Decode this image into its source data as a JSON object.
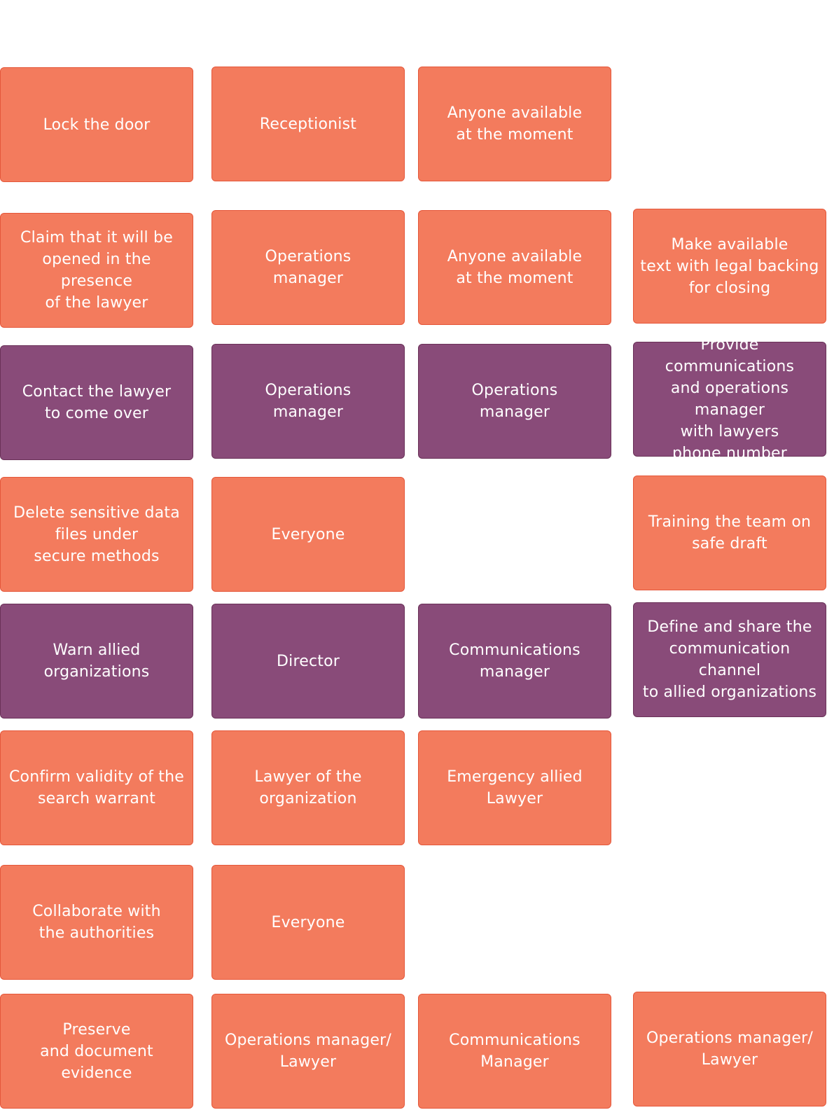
{
  "colors": {
    "coral": "#f37b5d",
    "coral_border": "#e5573a",
    "purple": "#894b79",
    "purple_border": "#6a3158"
  },
  "rows": [
    {
      "action": {
        "text": "Lock the door",
        "color": "coral"
      },
      "responsible": {
        "text": "Receptionist",
        "color": "coral"
      },
      "backup": {
        "text": "Anyone available\nat the moment",
        "color": "coral"
      }
    },
    {
      "action": {
        "text": "Claim that it will be\nopened in the presence\nof the lawyer",
        "color": "coral"
      },
      "responsible": {
        "text": "Operations\nmanager",
        "color": "coral"
      },
      "backup": {
        "text": "Anyone available\nat the moment",
        "color": "coral"
      },
      "prevention": {
        "text": "Make available\ntext with legal backing\nfor closing",
        "color": "coral"
      }
    },
    {
      "action": {
        "text": "Contact the lawyer\nto come over",
        "color": "purple"
      },
      "responsible": {
        "text": "Operations\nmanager",
        "color": "purple"
      },
      "backup": {
        "text": "Operations\nmanager",
        "color": "purple"
      },
      "prevention": {
        "text": "Provide communications\nand operations manager\nwith lawyers\nphone number",
        "color": "purple"
      }
    },
    {
      "action": {
        "text": "Delete sensitive data\nfiles under\nsecure methods",
        "color": "coral"
      },
      "responsible": {
        "text": "Everyone",
        "color": "coral"
      },
      "prevention": {
        "text": "Training the team on\nsafe draft",
        "color": "coral"
      }
    },
    {
      "action": {
        "text": "Warn allied\norganizations",
        "color": "purple"
      },
      "responsible": {
        "text": "Director",
        "color": "purple"
      },
      "backup": {
        "text": "Communications\nmanager",
        "color": "purple"
      },
      "prevention": {
        "text": "Define and share the\ncommunication channel\nto allied organizations",
        "color": "purple"
      }
    },
    {
      "action": {
        "text": "Confirm validity of the\nsearch warrant",
        "color": "coral"
      },
      "responsible": {
        "text": "Lawyer of the\norganization",
        "color": "coral"
      },
      "backup": {
        "text": "Emergency allied\nLawyer",
        "color": "coral"
      }
    },
    {
      "action": {
        "text": "Collaborate with\nthe authorities",
        "color": "coral"
      },
      "responsible": {
        "text": "Everyone",
        "color": "coral"
      }
    },
    {
      "action": {
        "text": "Preserve\nand document\nevidence",
        "color": "coral"
      },
      "responsible": {
        "text": "Operations manager/\nLawyer",
        "color": "coral"
      },
      "backup": {
        "text": "Communications\nManager",
        "color": "coral"
      },
      "prevention": {
        "text": "Operations manager/\nLawyer",
        "color": "coral"
      }
    }
  ]
}
